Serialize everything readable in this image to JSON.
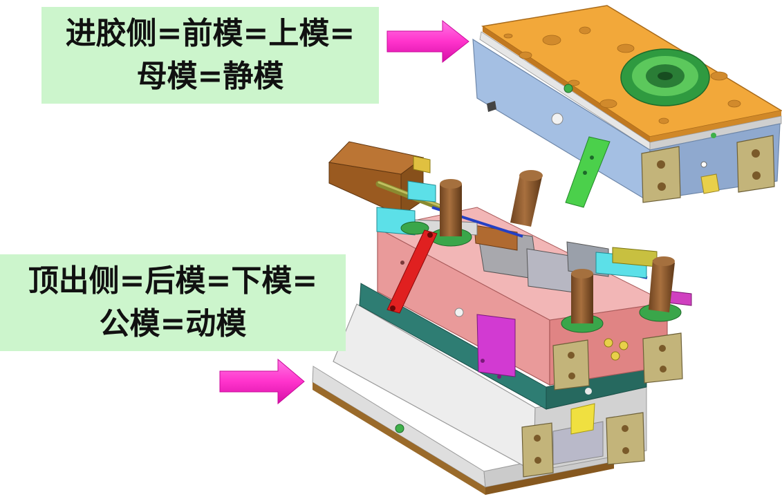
{
  "labels": {
    "injection_side": {
      "line1": "进胶侧=前模=上模=",
      "line2": "母模=静模"
    },
    "ejection_side": {
      "line1": "顶出侧=后模=下模=",
      "line2": "公模=动模"
    }
  },
  "colors": {
    "label_background": "#ccf5cc",
    "arrow": "#ff33cc"
  }
}
